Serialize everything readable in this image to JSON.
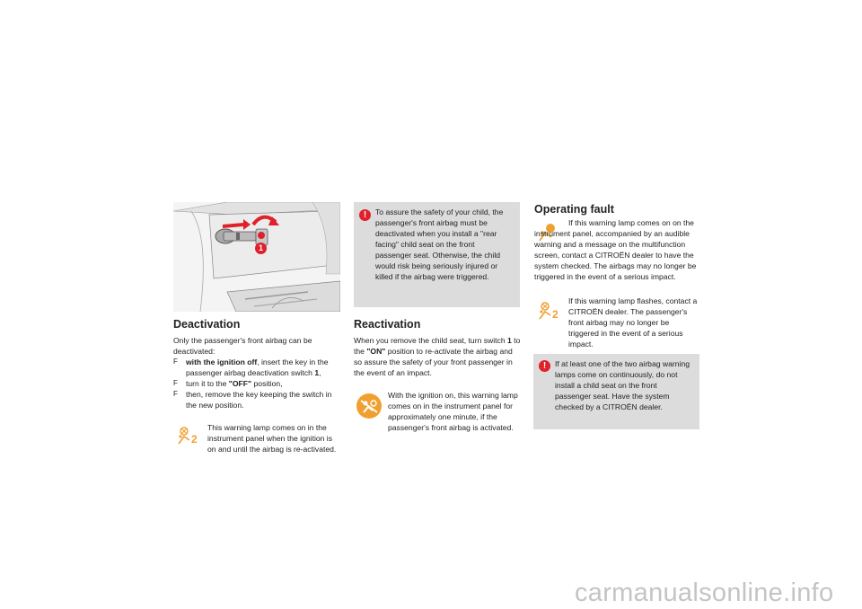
{
  "deactivation": {
    "heading": "Deactivation",
    "intro": "Only the passenger's front airbag can be deactivated:",
    "bullets": [
      {
        "bold": "with the ignition off",
        "rest": ", insert the key in the passenger airbag deactivation switch ",
        "bold2": "1",
        "rest2": ","
      },
      {
        "pre": "turn it to the ",
        "bold": "\"OFF\"",
        "rest": " position,"
      },
      {
        "pre": "then, remove the key keeping the switch in the new position."
      }
    ],
    "bullet_mark": "F",
    "lamp_text": "This warning lamp comes on in the instrument panel when the ignition is on and until the airbag is re-activated.",
    "callout_number": "1"
  },
  "warning_box": {
    "text": "To assure the safety of your child, the passenger's front airbag must be deactivated when you install a \"rear facing\" child seat on the front passenger seat. Otherwise, the child would risk being seriously injured or killed if the airbag were triggered."
  },
  "reactivation": {
    "heading": "Reactivation",
    "pre": "When you remove the child seat, turn switch ",
    "bold1": "1",
    "mid": " to the ",
    "bold2": "\"ON\"",
    "rest": " position to re-activate the airbag and so assure the safety of your front passenger in the event of an impact.",
    "lamp_text": "With the ignition on, this warning lamp comes on in the instrument panel for approximately one minute, if the passenger's front airbag is activated."
  },
  "operating_fault": {
    "heading": "Operating fault",
    "para1": "If this warning lamp comes on on the instrument panel, accompanied by an audible warning and a message on the multifunction screen, contact a CITROËN dealer to have the system checked. The airbags may no longer be triggered in the event of a serious impact.",
    "para2": "If this warning lamp flashes, contact a CITROËN dealer. The passenger's front airbag may no longer be triggered in the event of a serious impact.",
    "box_text": "If at least one of the two airbag warning lamps come on continuously, do not install a child seat on the front passenger seat. Have the system checked by a CITROËN dealer."
  },
  "icons": {
    "warning": "exclamation-icon",
    "warning_glyph": "!",
    "airbag_off": "airbag-off-icon",
    "airbag_on": "airbag-on-icon",
    "airbag_fault": "airbag-fault-icon",
    "badge_digit": "2"
  },
  "colors": {
    "warning_red": "#e0202a",
    "box_grey": "#dcdcdc",
    "lamp_orange": "#f0a030"
  },
  "watermark": "carmanualsonline.info"
}
